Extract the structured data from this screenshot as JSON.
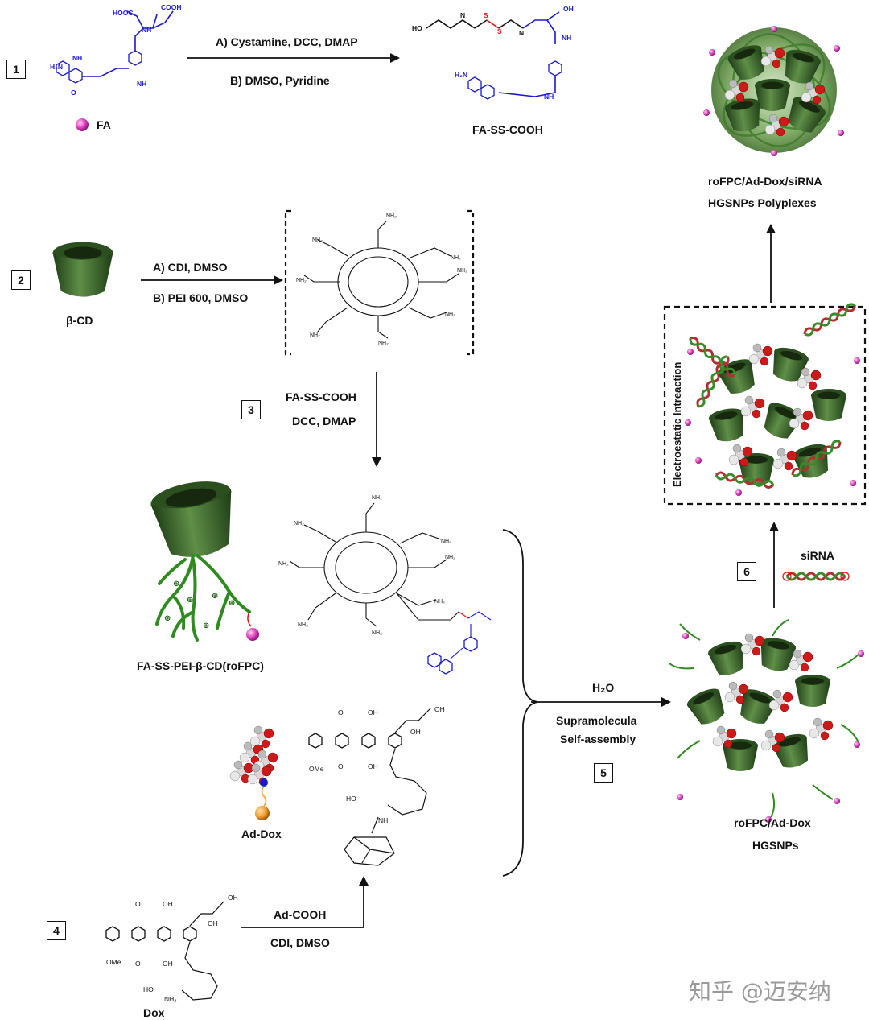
{
  "steps": [
    "1",
    "2",
    "3",
    "4",
    "5",
    "6"
  ],
  "reaction1": {
    "reactant_label": "FA",
    "conditions_a": "A) Cystamine, DCC, DMAP",
    "conditions_b": "B) DMSO, Pyridine",
    "product_label": "FA-SS-COOH"
  },
  "reaction2": {
    "reactant_label": "β-CD",
    "conditions_a": "A) CDI, DMSO",
    "conditions_b": "B) PEI 600, DMSO"
  },
  "reaction3": {
    "conditions_a": "FA-SS-COOH",
    "conditions_b": "DCC, DMAP",
    "product_label": "FA-SS-PEI-β-CD(roFPC)"
  },
  "reaction4": {
    "reactant_label": "Dox",
    "conditions_a": "Ad-COOH",
    "conditions_b": "CDI, DMSO",
    "product_label": "Ad-Dox"
  },
  "reaction5": {
    "conditions_a": "H₂O",
    "conditions_b": "Supramolecula",
    "conditions_c": "Self-assembly",
    "product_line1": "roFPC/Ad-Dox",
    "product_line2": "HGSNPs"
  },
  "reaction6": {
    "reagent": "siRNA",
    "interaction_label": "Electroestatic Intreaction",
    "product_line1": "roFPC/Ad-Dox/siRNA",
    "product_line2": "HGSNPs Polyplexes"
  },
  "watermark": "知乎 @迈安纳",
  "colors": {
    "fa_blue": "#1a1acc",
    "disulfide_red": "#e01010",
    "cd_green": "#3d6b2e",
    "pei_green": "#2e8b1e",
    "fa_pink": "#e040c0",
    "dox_red": "#cc1a1a"
  }
}
